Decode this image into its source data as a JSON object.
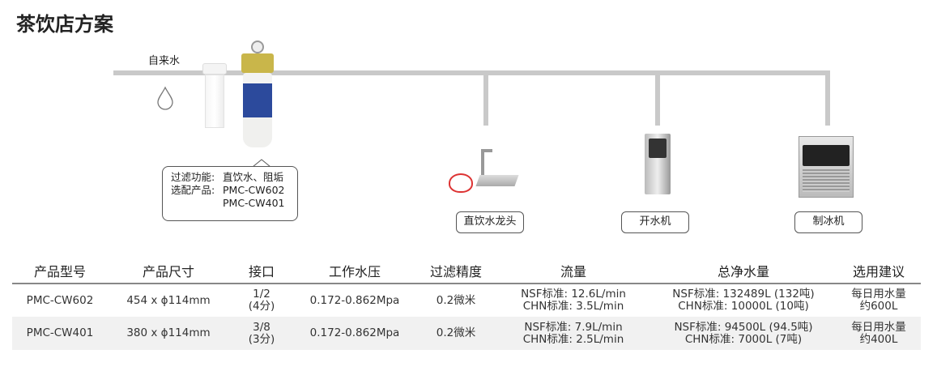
{
  "title": "茶饮店方案",
  "diagram": {
    "source_label": "自来水",
    "callout": {
      "function_key": "过滤功能:",
      "function_val": "直饮水、阻垢",
      "products_key": "选配产品:",
      "products": [
        "PMC-CW602",
        "PMC-CW401"
      ]
    },
    "endpoints": [
      "直饮水龙头",
      "开水机",
      "制冰机"
    ]
  },
  "table": {
    "headers": [
      "产品型号",
      "产品尺寸",
      "接口",
      "工作水压",
      "过滤精度",
      "流量",
      "总净水量",
      "选用建议"
    ],
    "rows": [
      {
        "model": "PMC-CW602",
        "size": "454 x ϕ114mm",
        "port": [
          "1/2",
          "(4分)"
        ],
        "pressure": "0.172-0.862Mpa",
        "precision": "0.2微米",
        "flow": [
          "NSF标准: 12.6L/min",
          "CHN标准: 3.5L/min"
        ],
        "capacity": [
          "NSF标准: 132489L (132吨)",
          "CHN标准: 10000L (10吨)"
        ],
        "advice": [
          "每日用水量",
          "约600L"
        ]
      },
      {
        "model": "PMC-CW401",
        "size": "380 x ϕ114mm",
        "port": [
          "3/8",
          "(3分)"
        ],
        "pressure": "0.172-0.862Mpa",
        "precision": "0.2微米",
        "flow": [
          "NSF标准: 7.9L/min",
          "CHN标准: 2.5L/min"
        ],
        "capacity": [
          "NSF标准: 94500L (94.5吨)",
          "CHN标准: 7000L (7吨)"
        ],
        "advice": [
          "每日用水量",
          "约400L"
        ]
      }
    ]
  }
}
